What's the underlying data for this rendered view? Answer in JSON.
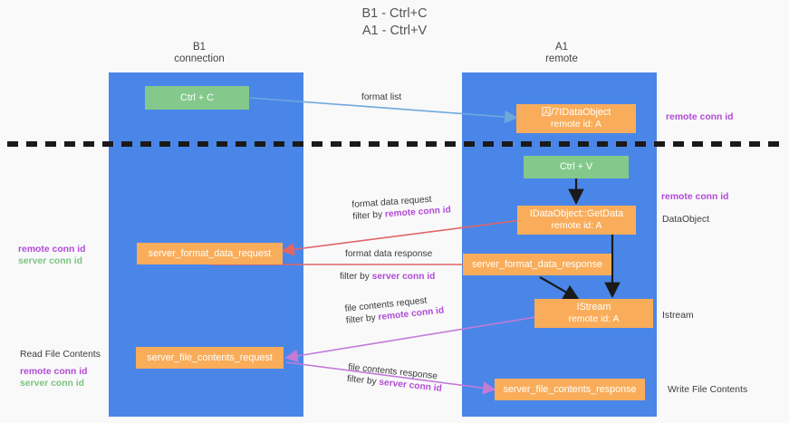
{
  "diagram": {
    "title_line1": "B1 - Ctrl+C",
    "title_line2": "A1 - Ctrl+V",
    "colors": {
      "lane": "#4a86e8",
      "node_orange": "#f9ad5a",
      "node_green": "#84c98b",
      "arrow_blue": "#6fa8dc",
      "arrow_red": "#e06666",
      "arrow_purple": "#c27bd6",
      "arrow_black": "#1a1a1a",
      "highlight_remote": "#b24bd6",
      "highlight_server": "#7cc47f",
      "background": "#f9f9fa"
    },
    "lanes": [
      {
        "id": "b1",
        "title": "B1",
        "subtitle": "connection"
      },
      {
        "id": "a1",
        "title": "A1",
        "subtitle": "remote"
      }
    ],
    "nodes": [
      {
        "id": "ctrl-c",
        "label": "Ctrl + C",
        "sub": "",
        "kind": "green"
      },
      {
        "id": "idataobject",
        "label": "囚/7IDataObject",
        "sub": "remote id: A",
        "kind": "orange"
      },
      {
        "id": "ctrl-v",
        "label": "Ctrl + V",
        "sub": "",
        "kind": "green"
      },
      {
        "id": "getdata",
        "label": "IDataObject::GetData",
        "sub": "remote id: A",
        "kind": "orange"
      },
      {
        "id": "fmt-req",
        "label": "server_format_data_request",
        "sub": "",
        "kind": "orange"
      },
      {
        "id": "fmt-res",
        "label": "server_format_data_response",
        "sub": "",
        "kind": "orange"
      },
      {
        "id": "istream",
        "label": "IStream",
        "sub": "remote id: A",
        "kind": "orange"
      },
      {
        "id": "file-req",
        "label": "server_file_contents_request",
        "sub": "",
        "kind": "orange"
      },
      {
        "id": "file-res",
        "label": "server_file_contents_response",
        "sub": "",
        "kind": "orange"
      }
    ],
    "edge_labels": {
      "format_list": "format list",
      "format_data_request": "format data request",
      "format_data_request_filter_prefix": "filter by ",
      "format_data_request_filter_key": "remote conn id",
      "format_data_response": "format data response",
      "format_data_response_filter_prefix": "filter by ",
      "format_data_response_filter_key": "server conn id",
      "file_contents_request": "file contents request",
      "file_contents_request_filter_prefix": "filter by ",
      "file_contents_request_filter_key": "remote conn id",
      "file_contents_response": "file contents response",
      "file_contents_response_filter_prefix": "filter by ",
      "file_contents_response_filter_key": "server conn id"
    },
    "side_notes": {
      "right_top_conn": "remote conn id",
      "right_mid_conn": "remote conn id",
      "right_dataobject": "DataObject",
      "right_istream": "Istream",
      "right_write_file": "Write File Contents",
      "left_mid_remote": "remote conn id",
      "left_mid_server": "server conn id",
      "left_read_file": "Read File Contents",
      "left_bottom_remote": "remote conn id",
      "left_bottom_server": "server conn id"
    }
  }
}
